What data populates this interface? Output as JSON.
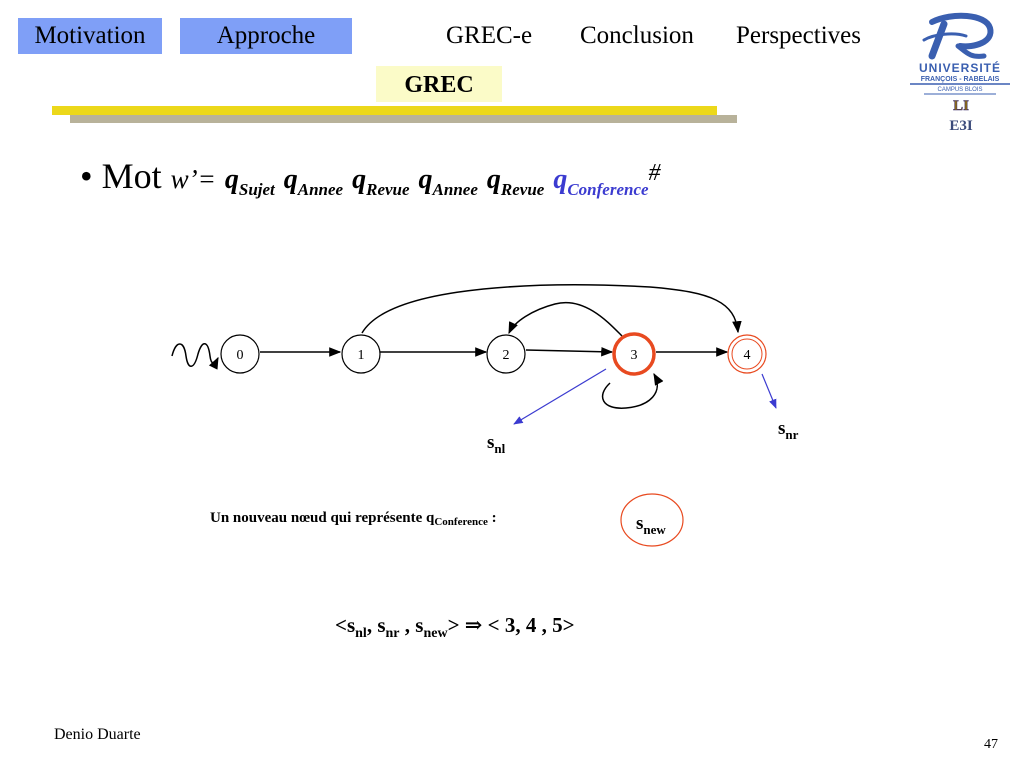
{
  "nav": {
    "items": [
      {
        "label": "Motivation"
      },
      {
        "label": "Approche"
      },
      {
        "label": "GREC-e"
      },
      {
        "label": "Conclusion"
      },
      {
        "label": "Perspectives"
      }
    ],
    "sub_item": "GREC"
  },
  "logo": {
    "title": "UNIVERSITÉ",
    "line1": "FRANÇOIS - RABELAIS",
    "line2": "CAMPUS BLOIS",
    "lab": "LI",
    "lab2": "E3I"
  },
  "bullet": {
    "mot": "Mot",
    "w_prime": "w’=",
    "q": "q",
    "terms": [
      "Sujet",
      "Annee",
      "Revue",
      "Annee",
      "Revue"
    ],
    "last_term": "Conference",
    "end": "#"
  },
  "diagram": {
    "states": [
      "0",
      "1",
      "2",
      "3",
      "4"
    ],
    "colors": {
      "highlight": "#e84a20",
      "edge": "#000000",
      "pointer": "#3b3bd0"
    }
  },
  "labels": {
    "s": "s",
    "nl": "nl",
    "nr": "nr",
    "new": "new"
  },
  "new_node": {
    "text": "Un nouveau nœud qui  représente q",
    "sub": "Conference",
    "colon": " :"
  },
  "mapping": {
    "open": "<s",
    "nl": "nl",
    "sep1": ", s",
    "nr": "nr",
    "sep2": " , s",
    "new": "new",
    "close": "> ⇒ < 3, 4 , 5>"
  },
  "footer": {
    "author": "Denio Duarte",
    "page": "47"
  }
}
